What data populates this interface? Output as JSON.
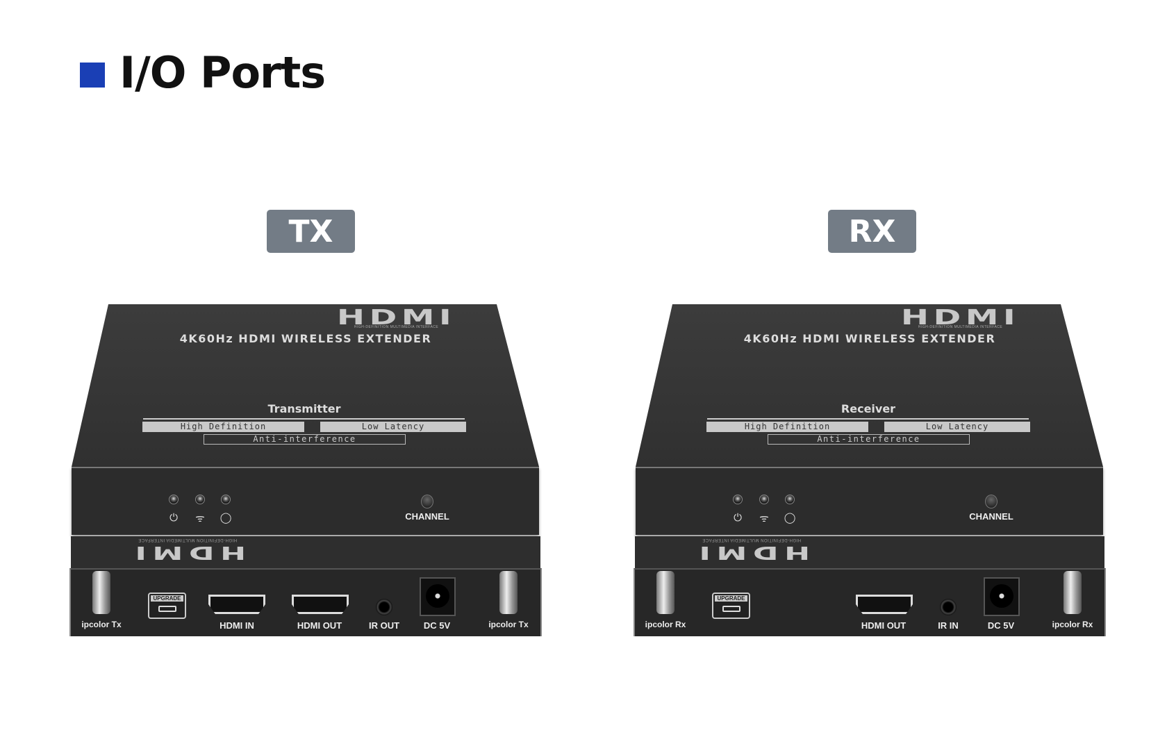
{
  "title": "I/O Ports",
  "devices": [
    {
      "tag": "TX",
      "logo": "HDMI",
      "logo_sub": "HIGH-DEFINITION MULTIMEDIA INTERFACE",
      "model": "4K60Hz HDMI WIRELESS EXTENDER",
      "role": "Transmitter",
      "features": [
        "High Definition",
        "Low Latency",
        "Anti-interference"
      ],
      "channel": "CHANNEL",
      "ports": {
        "antenna_left": "ipcolor Tx",
        "upgrade": "UPGRADE",
        "hdmi_in": "HDMI IN",
        "hdmi_out": "HDMI OUT",
        "ir": "IR OUT",
        "dc": "DC 5V",
        "antenna_right": "ipcolor Tx"
      }
    },
    {
      "tag": "RX",
      "logo": "HDMI",
      "logo_sub": "HIGH-DEFINITION MULTIMEDIA INTERFACE",
      "model": "4K60Hz HDMI WIRELESS EXTENDER",
      "role": "Receiver",
      "features": [
        "High Definition",
        "Low Latency",
        "Anti-interference"
      ],
      "channel": "CHANNEL",
      "ports": {
        "antenna_left": "ipcolor Rx",
        "upgrade": "UPGRADE",
        "hdmi_out": "HDMI OUT",
        "ir": "IR IN",
        "dc": "DC 5V",
        "antenna_right": "ipcolor Rx"
      }
    }
  ],
  "colors": {
    "accent": "#1a3fb5",
    "tag_bg": "#737c86"
  }
}
